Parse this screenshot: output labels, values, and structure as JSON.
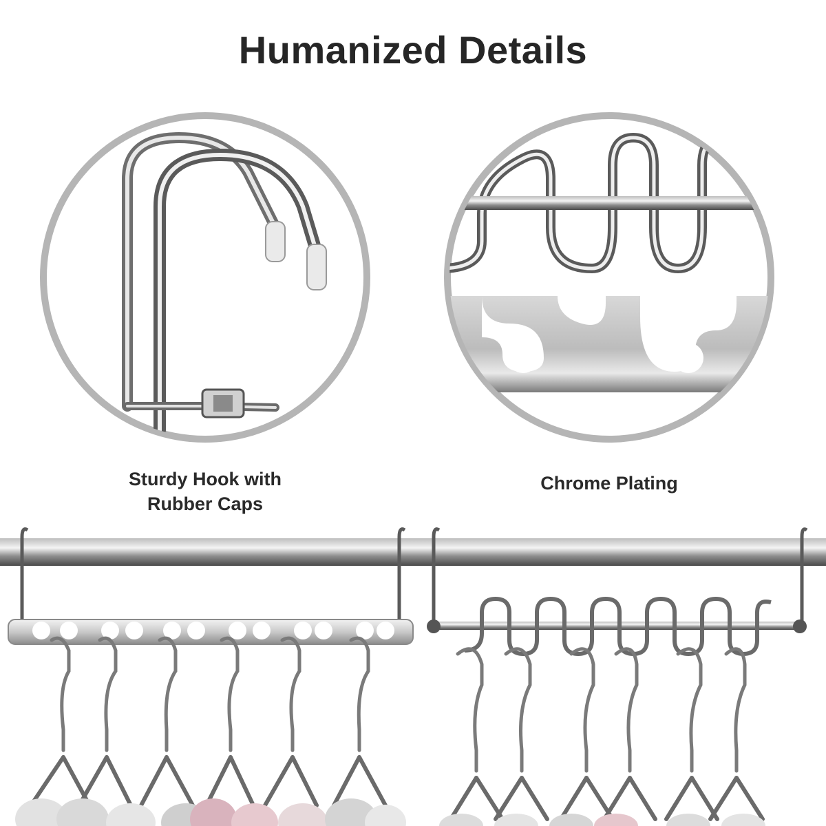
{
  "heading": "Humanized Details",
  "features": [
    {
      "caption_lines": [
        "Sturdy Hook with",
        "Rubber Caps"
      ],
      "icon": "hook-closeup-image"
    },
    {
      "caption_lines": [
        "Chrome Plating"
      ],
      "icon": "chrome-closeup-image"
    }
  ],
  "colors": {
    "circle_ring": "#b5b5b5",
    "chrome_dark": "#5a5a5a",
    "chrome_mid": "#9a9a9a",
    "chrome_light": "#e6e6e6",
    "heading_text": "#262626"
  }
}
